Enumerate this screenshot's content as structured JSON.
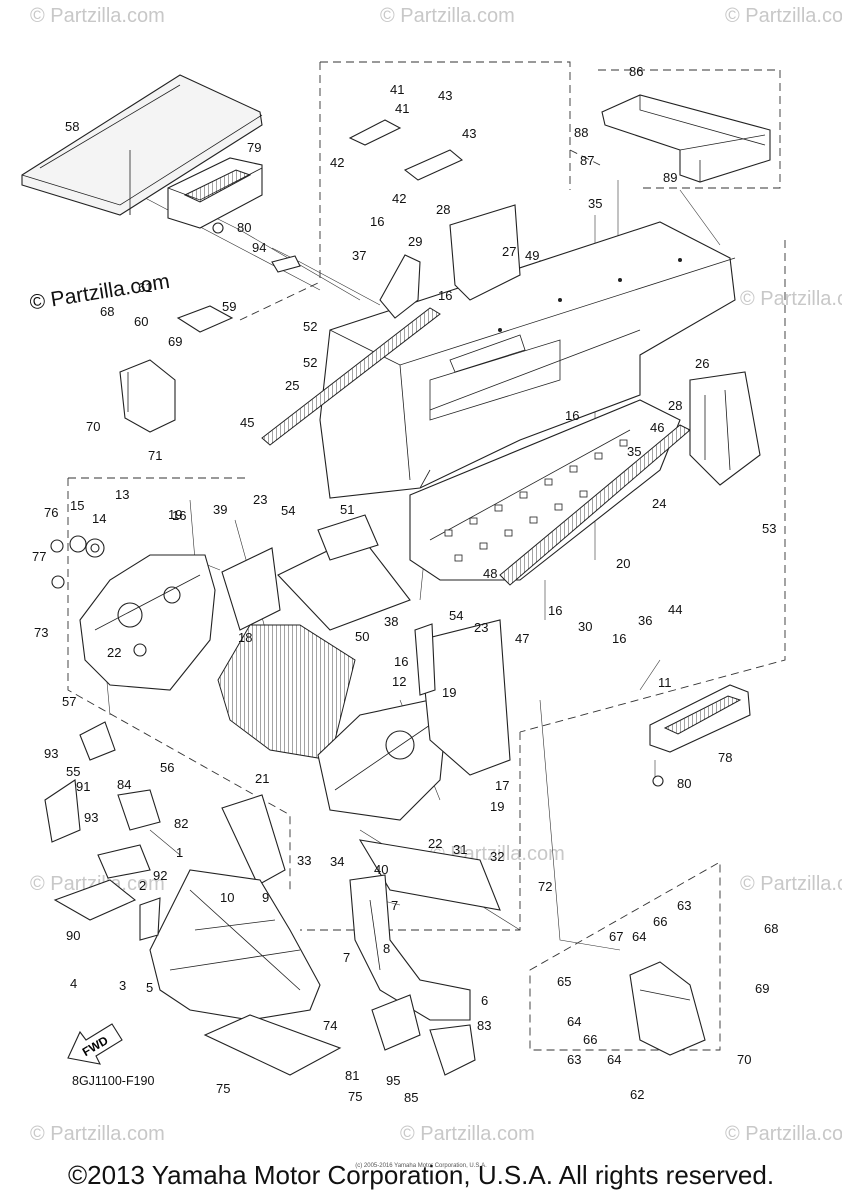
{
  "watermark": {
    "text": "© Partzilla.com",
    "color": "#c8c8c8"
  },
  "partzilla_label": "© Partzilla.com",
  "drawing_code": "8GJ1100-F190",
  "fwd_label": "FWD",
  "tiny_credit": "(c) 2005-2016 Yamaha Motor Corporation, U.S.A.",
  "copyright": "©2013 Yamaha Motor Corporation, U.S.A. All rights reserved.",
  "callouts": {
    "c1": "1",
    "c2": "2",
    "c3": "3",
    "c4": "4",
    "c5": "5",
    "c6": "6",
    "c7a": "7",
    "c7b": "7",
    "c8": "8",
    "c9": "9",
    "c10": "10",
    "c11": "11",
    "c12": "12",
    "c13": "13",
    "c14": "14",
    "c15": "15",
    "c16a": "16",
    "c16b": "16",
    "c16c": "16",
    "c16d": "16",
    "c16e": "16",
    "c16f": "16",
    "c16g": "16",
    "c17": "17",
    "c18": "18",
    "c19a": "19",
    "c19b": "19",
    "c19c": "19",
    "c20": "20",
    "c21": "21",
    "c22a": "22",
    "c22b": "22",
    "c23a": "23",
    "c23b": "23",
    "c24": "24",
    "c25": "25",
    "c26": "26",
    "c27": "27",
    "c28a": "28",
    "c28b": "28",
    "c29": "29",
    "c30": "30",
    "c31": "31",
    "c32": "32",
    "c33": "33",
    "c34": "34",
    "c35a": "35",
    "c35b": "35",
    "c36": "36",
    "c37": "37",
    "c38": "38",
    "c39": "39",
    "c40": "40",
    "c41a": "41",
    "c41b": "41",
    "c42a": "42",
    "c42b": "42",
    "c43a": "43",
    "c43b": "43",
    "c44": "44",
    "c45": "45",
    "c46": "46",
    "c47": "47",
    "c48": "48",
    "c49": "49",
    "c50": "50",
    "c51": "51",
    "c52a": "52",
    "c52b": "52",
    "c53": "53",
    "c54a": "54",
    "c54b": "54",
    "c55": "55",
    "c56": "56",
    "c57": "57",
    "c58": "58",
    "c59": "59",
    "c60": "60",
    "c61": "61",
    "c62": "62",
    "c63a": "63",
    "c63b": "63",
    "c64a": "64",
    "c64b": "64",
    "c64c": "64",
    "c65": "65",
    "c66a": "66",
    "c66b": "66",
    "c67": "67",
    "c68a": "68",
    "c68b": "68",
    "c69a": "69",
    "c69b": "69",
    "c70a": "70",
    "c70b": "70",
    "c71": "71",
    "c72": "72",
    "c73": "73",
    "c74": "74",
    "c75a": "75",
    "c75b": "75",
    "c76": "76",
    "c77": "77",
    "c78": "78",
    "c79": "79",
    "c80a": "80",
    "c80b": "80",
    "c81": "81",
    "c82": "82",
    "c83": "83",
    "c84": "84",
    "c85": "85",
    "c86": "86",
    "c87": "87",
    "c88": "88",
    "c89": "89",
    "c90": "90",
    "c91": "91",
    "c92": "92",
    "c93a": "93",
    "c93b": "93",
    "c94": "94",
    "c95": "95"
  }
}
